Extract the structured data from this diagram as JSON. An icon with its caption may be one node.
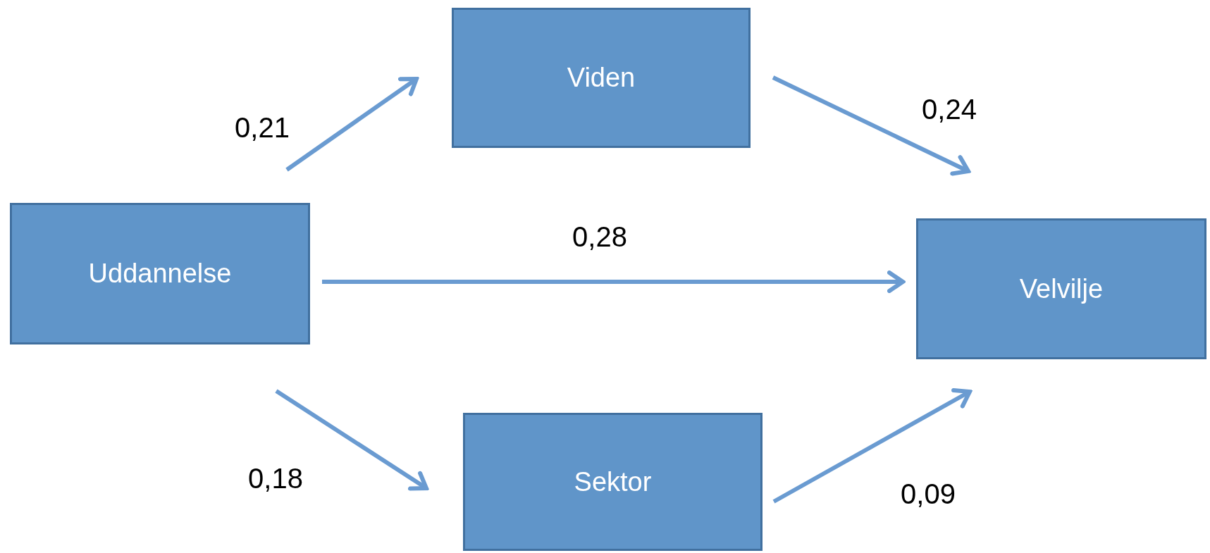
{
  "diagram": {
    "nodes": [
      {
        "text": [
          "Viden"
        ]
      },
      {
        "text": [
          "Uddannelse"
        ]
      },
      {
        "text": [
          "Velvilje"
        ]
      },
      {
        "text": [
          "Sektor"
        ]
      }
    ],
    "edges": [
      {
        "from": 1,
        "to": 0,
        "arrow": "to",
        "label": "0,21"
      },
      {
        "from": 0,
        "to": 2,
        "arrow": "to",
        "label": "0,24"
      },
      {
        "from": 1,
        "to": 2,
        "arrow": "to",
        "label": "0,28"
      },
      {
        "from": 1,
        "to": 3,
        "arrow": "to",
        "label": "0,18"
      },
      {
        "from": 3,
        "to": 2,
        "arrow": "to",
        "label": "0,09"
      }
    ]
  }
}
